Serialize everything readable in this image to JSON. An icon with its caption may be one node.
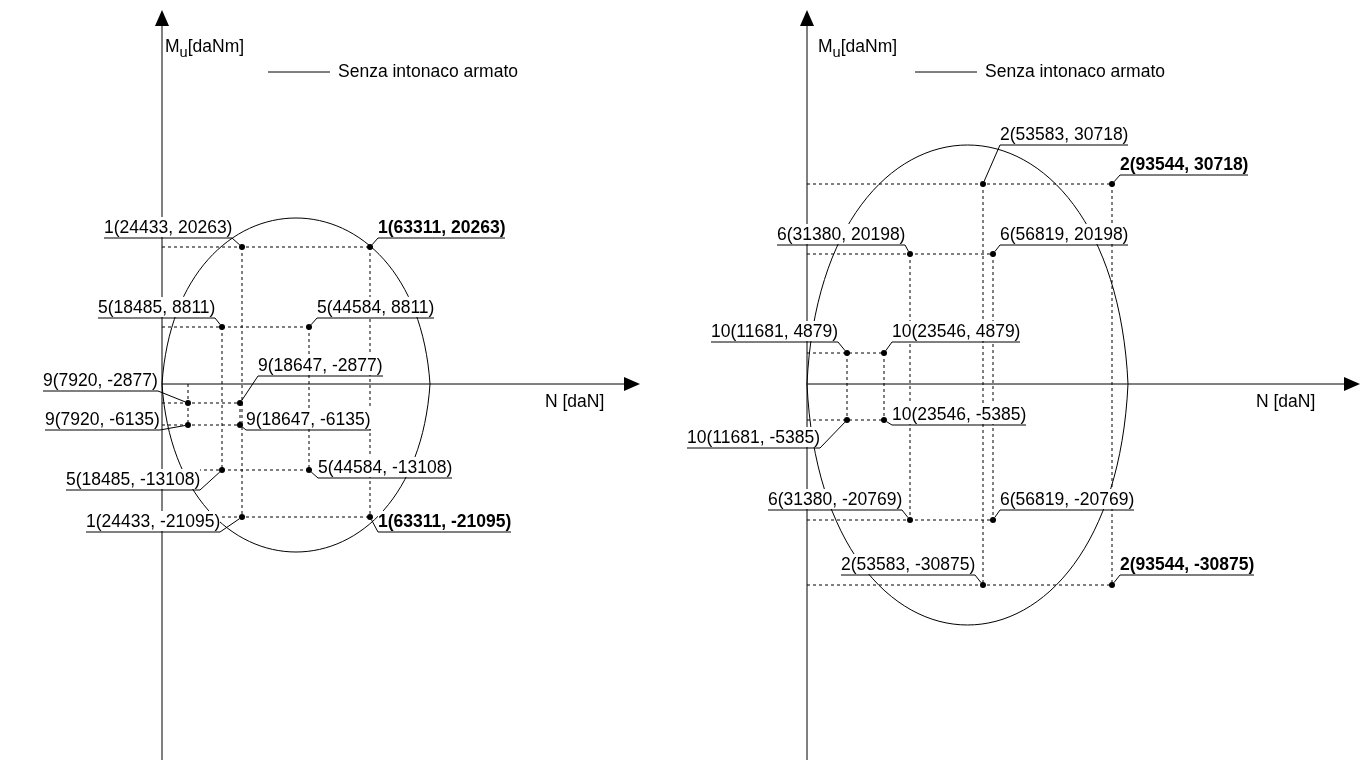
{
  "diagram": {
    "nodes": [
      {
        "text": [
          "1(24433, 20263)"
        ]
      },
      {
        "text": [
          "1(63311, 20263)"
        ]
      },
      {
        "text": [
          "5(18485, 8811)"
        ]
      },
      {
        "text": [
          "5(44584, 8811)"
        ]
      },
      {
        "text": [
          "9(18647, -2877)"
        ]
      },
      {
        "text": [
          "9(7920, -2877)"
        ]
      },
      {
        "text": [
          "9(7920, -6135)"
        ]
      },
      {
        "text": [
          "9(18647, -6135)"
        ]
      },
      {
        "text": [
          "5(44584, -13108)"
        ]
      },
      {
        "text": [
          "5(18485, -13108)"
        ]
      },
      {
        "text": [
          "1(24433, -21095)"
        ]
      },
      {
        "text": [
          "1(63311, -21095)"
        ]
      },
      {
        "text": [
          "2(53583, 30718)"
        ]
      },
      {
        "text": [
          "2(93544, 30718)"
        ]
      },
      {
        "text": [
          "6(31380, 20198)"
        ]
      },
      {
        "text": [
          "6(56819, 20198)"
        ]
      },
      {
        "text": [
          "10(11681, 4879)"
        ]
      },
      {
        "text": [
          "10(23546, 4879)"
        ]
      },
      {
        "text": [
          "10(23546, -5385)"
        ]
      },
      {
        "text": [
          "10(11681, -5385)"
        ]
      },
      {
        "text": [
          "6(31380, -20769)"
        ]
      },
      {
        "text": [
          "6(56819, -20769)"
        ]
      },
      {
        "text": [
          "2(53583, -30875)"
        ]
      },
      {
        "text": [
          "2(93544, -30875)"
        ]
      },
      {
        "text": [],
        "shape": "circle"
      },
      {
        "text": [],
        "shape": "circle"
      },
      {
        "text": [],
        "shape": "circle"
      },
      {
        "text": [],
        "shape": "circle"
      },
      {
        "text": [],
        "shape": "circle"
      },
      {
        "text": [],
        "shape": "circle"
      },
      {
        "text": [],
        "shape": "circle"
      },
      {
        "text": [],
        "shape": "circle"
      },
      {
        "text": [],
        "shape": "circle"
      },
      {
        "text": [],
        "shape": "circle"
      },
      {
        "text": [],
        "shape": "circle"
      },
      {
        "text": [],
        "shape": "circle"
      },
      {
        "text": [],
        "shape": "circle"
      },
      {
        "text": [],
        "shape": "circle"
      },
      {
        "text": [],
        "shape": "circle"
      },
      {
        "text": [],
        "shape": "circle"
      },
      {
        "text": [],
        "shape": "circle"
      },
      {
        "text": [],
        "shape": "circle"
      },
      {
        "text": [],
        "shape": "circle"
      },
      {
        "text": [],
        "shape": "circle"
      },
      {
        "text": [],
        "shape": "circle"
      },
      {
        "text": [],
        "shape": "circle"
      },
      {
        "text": [],
        "shape": "circle"
      },
      {
        "text": [],
        "shape": "circle"
      }
    ],
    "edges": [
      {
        "from": 0,
        "to": 24,
        "arrow": "none"
      },
      {
        "from": 1,
        "to": 25,
        "arrow": "none"
      },
      {
        "from": 2,
        "to": 26,
        "arrow": "none"
      },
      {
        "from": 3,
        "to": 27,
        "arrow": "none"
      },
      {
        "from": 4,
        "to": 28,
        "arrow": "none"
      },
      {
        "from": 5,
        "to": 29,
        "arrow": "none"
      },
      {
        "from": 6,
        "to": 30,
        "arrow": "none"
      },
      {
        "from": 7,
        "to": 31,
        "arrow": "none"
      },
      {
        "from": 8,
        "to": 32,
        "arrow": "none"
      },
      {
        "from": 9,
        "to": 33,
        "arrow": "none"
      },
      {
        "from": 10,
        "to": 34,
        "arrow": "none"
      },
      {
        "from": 11,
        "to": 35,
        "arrow": "none"
      },
      {
        "from": 12,
        "to": 36,
        "arrow": "none"
      },
      {
        "from": 13,
        "to": 37,
        "arrow": "none"
      },
      {
        "from": 14,
        "to": 38,
        "arrow": "none"
      },
      {
        "from": 15,
        "to": 39,
        "arrow": "none"
      },
      {
        "from": 16,
        "to": 40,
        "arrow": "none"
      },
      {
        "from": 17,
        "to": 41,
        "arrow": "none"
      },
      {
        "from": 18,
        "to": 42,
        "arrow": "none"
      },
      {
        "from": 19,
        "to": 43,
        "arrow": "none"
      },
      {
        "from": 20,
        "to": 44,
        "arrow": "none"
      },
      {
        "from": 21,
        "to": 45,
        "arrow": "none"
      },
      {
        "from": 22,
        "to": 46,
        "arrow": "none"
      },
      {
        "from": 23,
        "to": 47,
        "arrow": "none"
      }
    ],
    "labels": [
      "M$_{u}$[daNm]",
      "M$_{u}$[daNm]",
      "N [daN]",
      "N [daN]"
    ],
    "legend": [
      {
        "text": "Senza intonaco armato"
      },
      {
        "text": "Senza intonaco armato"
      }
    ]
  }
}
